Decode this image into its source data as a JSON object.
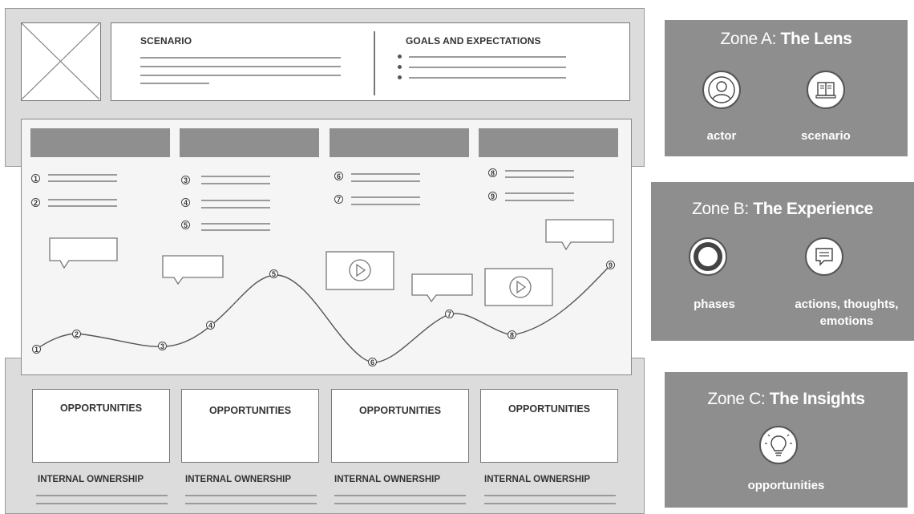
{
  "lens": {
    "scenario_heading": "SCENARIO",
    "goals_heading": "GOALS AND EXPECTATIONS"
  },
  "journey": {
    "phases": [
      "",
      "",
      "",
      ""
    ],
    "step_numbers": [
      "1",
      "2",
      "3",
      "4",
      "5",
      "6",
      "7",
      "8",
      "9"
    ],
    "curve_points": [
      "1",
      "2",
      "3",
      "4",
      "5",
      "6",
      "7",
      "8",
      "9"
    ]
  },
  "insights": {
    "opportunities": [
      "OPPORTUNITIES",
      "OPPORTUNITIES",
      "OPPORTUNITIES",
      "OPPORTUNITIES"
    ],
    "ownership": [
      "INTERNAL OWNERSHIP",
      "INTERNAL OWNERSHIP",
      "INTERNAL OWNERSHIP",
      "INTERNAL OWNERSHIP"
    ]
  },
  "zones": {
    "a": {
      "prefix": "Zone A: ",
      "name": "The Lens",
      "labels": [
        "actor",
        "scenario"
      ]
    },
    "b": {
      "prefix": "Zone B: ",
      "name": "The Experience",
      "labels": [
        "phases",
        "actions, thoughts,",
        "emotions"
      ]
    },
    "c": {
      "prefix": "Zone C: ",
      "name": "The Insights",
      "labels": [
        "opportunities"
      ]
    }
  },
  "icons": {
    "actor": "person-icon",
    "scenario": "book-icon",
    "phases": "ring-icon",
    "actions": "speech-bubble-icon",
    "opportunities": "lightbulb-icon",
    "media": "play-icon"
  },
  "colors": {
    "zone_background": "#8e8e8e",
    "phase_bar": "#8f8f8f",
    "band": "#dcdcdc"
  }
}
